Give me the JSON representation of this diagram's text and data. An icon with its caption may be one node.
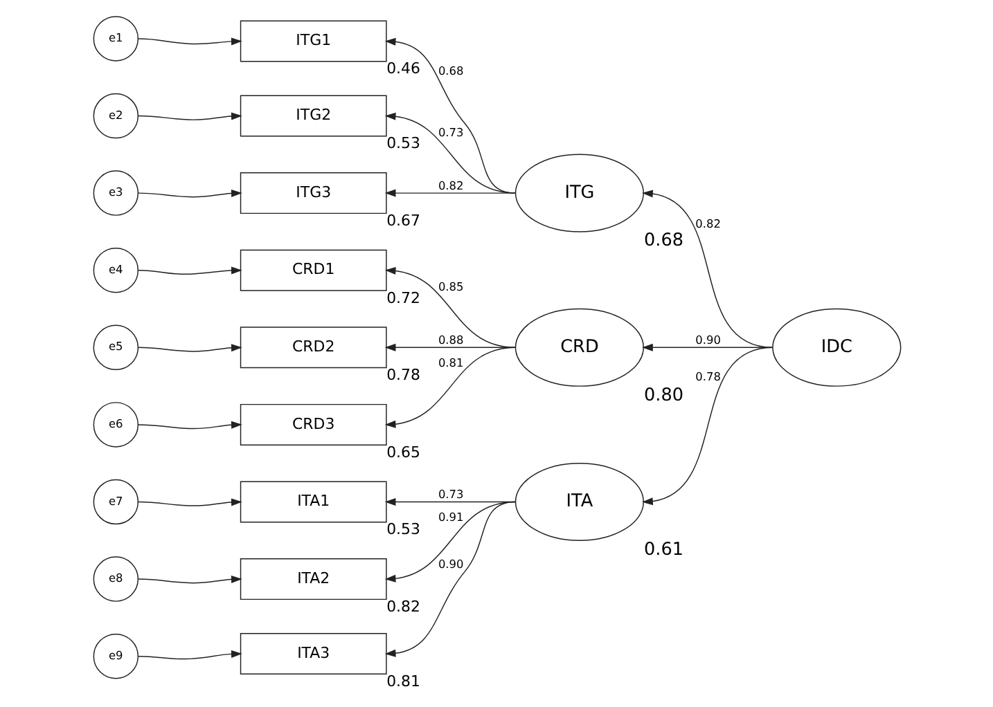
{
  "diagram": {
    "nodes": [
      {
        "text": [
          "e1"
        ]
      },
      {
        "text": [
          "e2"
        ]
      },
      {
        "text": [
          "e3"
        ]
      },
      {
        "text": [
          "e4"
        ]
      },
      {
        "text": [
          "e5"
        ]
      },
      {
        "text": [
          "e6"
        ]
      },
      {
        "text": [
          "e7"
        ]
      },
      {
        "text": [
          "e8"
        ]
      },
      {
        "text": [
          "e9"
        ]
      },
      {
        "text": [
          "ITG1"
        ],
        "beside": [
          "0.46"
        ]
      },
      {
        "text": [
          "ITG2"
        ],
        "beside": [
          "0.53"
        ]
      },
      {
        "text": [
          "ITG3"
        ],
        "beside": [
          "0.67"
        ]
      },
      {
        "text": [
          "CRD1"
        ],
        "beside": [
          "0.72"
        ]
      },
      {
        "text": [
          "CRD2"
        ],
        "beside": [
          "0.78"
        ]
      },
      {
        "text": [
          "CRD3"
        ],
        "beside": [
          "0.65"
        ]
      },
      {
        "text": [
          "ITA1"
        ],
        "beside": [
          "0.53"
        ]
      },
      {
        "text": [
          "ITA2"
        ],
        "beside": [
          "0.82"
        ]
      },
      {
        "text": [
          "ITA3"
        ],
        "beside": [
          "0.81"
        ]
      },
      {
        "text": [
          "ITG"
        ],
        "beside": [
          "0.68"
        ]
      },
      {
        "text": [
          "CRD"
        ],
        "beside": [
          "0.80"
        ]
      },
      {
        "text": [
          "ITA"
        ],
        "beside": [
          "0.61"
        ]
      },
      {
        "text": [
          "IDC"
        ]
      }
    ],
    "edges": [
      {
        "from": 0,
        "to": 9,
        "arrow": "to"
      },
      {
        "from": 1,
        "to": 10,
        "arrow": "to"
      },
      {
        "from": 2,
        "to": 11,
        "arrow": "to"
      },
      {
        "from": 3,
        "to": 12,
        "arrow": "to"
      },
      {
        "from": 4,
        "to": 13,
        "arrow": "to"
      },
      {
        "from": 5,
        "to": 14,
        "arrow": "to"
      },
      {
        "from": 6,
        "to": 15,
        "arrow": "to"
      },
      {
        "from": 7,
        "to": 16,
        "arrow": "to"
      },
      {
        "from": 8,
        "to": 17,
        "arrow": "to"
      },
      {
        "from": 18,
        "to": 9,
        "arrow": "to",
        "label": "0.68"
      },
      {
        "from": 18,
        "to": 10,
        "arrow": "to",
        "label": "0.73"
      },
      {
        "from": 18,
        "to": 11,
        "arrow": "to",
        "label": "0.82"
      },
      {
        "from": 19,
        "to": 12,
        "arrow": "to",
        "label": "0.85"
      },
      {
        "from": 19,
        "to": 13,
        "arrow": "to",
        "label": "0.88"
      },
      {
        "from": 19,
        "to": 14,
        "arrow": "to",
        "label": "0.81"
      },
      {
        "from": 20,
        "to": 15,
        "arrow": "to",
        "label": "0.73"
      },
      {
        "from": 20,
        "to": 16,
        "arrow": "to",
        "label": "0.91"
      },
      {
        "from": 20,
        "to": 17,
        "arrow": "to",
        "label": "0.90"
      },
      {
        "from": 21,
        "to": 18,
        "arrow": "to",
        "label": "0.82"
      },
      {
        "from": 21,
        "to": 19,
        "arrow": "to",
        "label": "0.90"
      },
      {
        "from": 21,
        "to": 20,
        "arrow": "to",
        "label": "0.78"
      }
    ]
  }
}
